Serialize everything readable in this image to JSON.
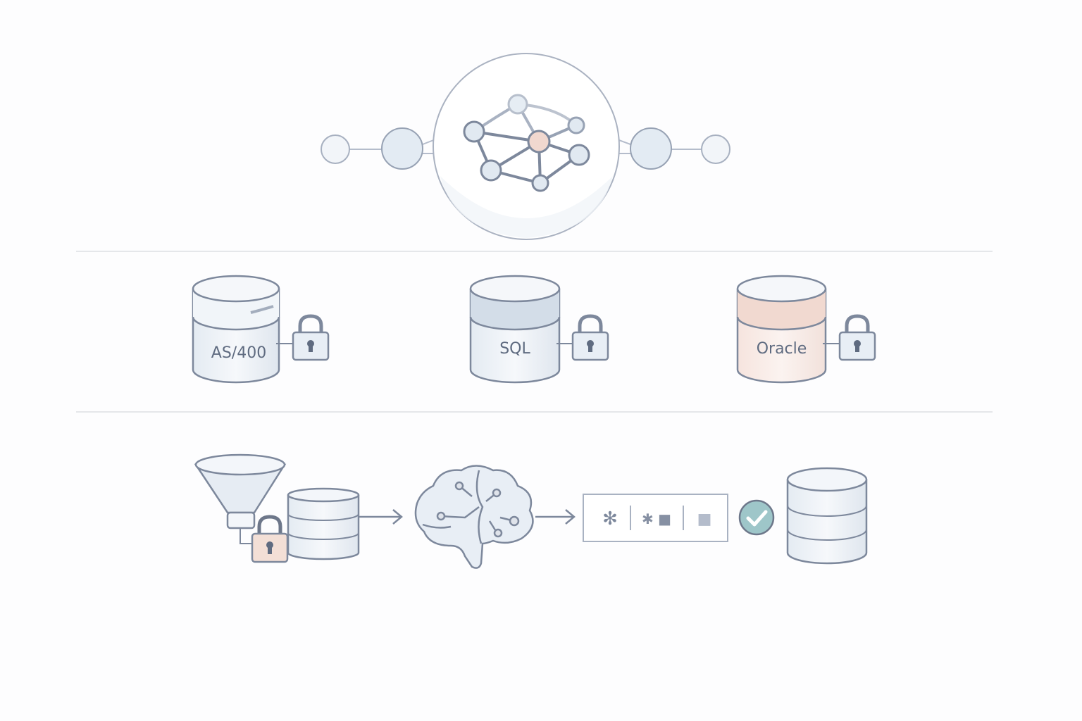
{
  "databases": [
    {
      "label": "AS/400",
      "color": "#e6edf4"
    },
    {
      "label": "SQL",
      "color": "#d3dde8"
    },
    {
      "label": "Oracle",
      "color": "#f1d9d0"
    }
  ],
  "pipeline": {
    "masked_tokens": [
      "✻",
      "✱ ■",
      "■"
    ],
    "check_color": "#9ec6c9"
  },
  "colors": {
    "stroke": "#7d889c",
    "node": "#e3ebf3",
    "hub": "#f1d8cf"
  }
}
